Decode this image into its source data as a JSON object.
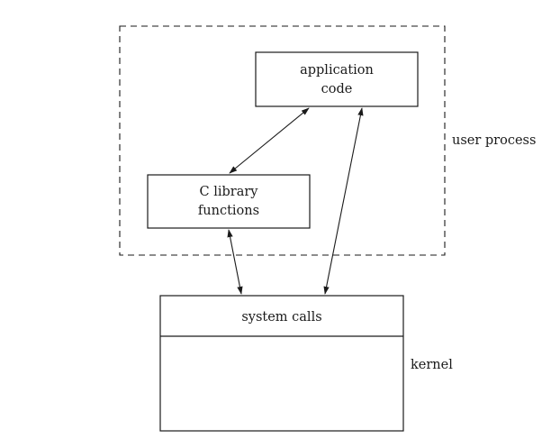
{
  "user_process": {
    "label": "user process"
  },
  "application_code": {
    "line1": "application",
    "line2": "code"
  },
  "c_library": {
    "line1": "C library",
    "line2": "functions"
  },
  "kernel": {
    "label": "kernel",
    "system_calls": "system calls"
  },
  "colors": {
    "stroke": "#1a1a1a",
    "background": "#ffffff"
  }
}
